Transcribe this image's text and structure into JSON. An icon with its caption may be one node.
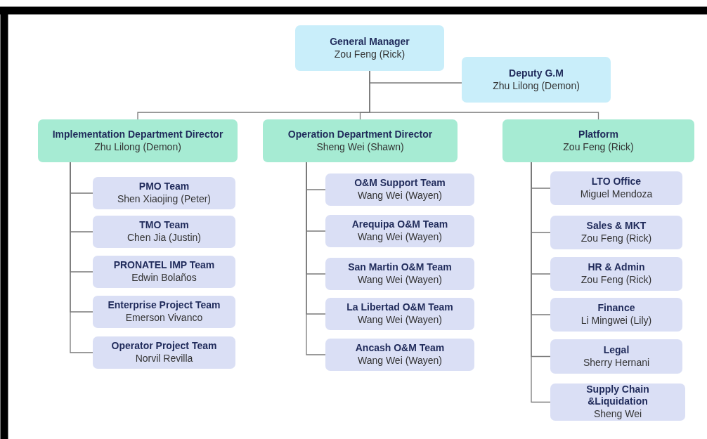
{
  "diagram": {
    "nodes": [
      {
        "text": [
          "General Manager",
          "Zou Feng (Rick)"
        ]
      },
      {
        "text": [
          "Deputy G.M",
          "Zhu Lilong (Demon)"
        ]
      },
      {
        "text": [
          "Implementation Department Director",
          "Zhu Lilong (Demon)"
        ]
      },
      {
        "text": [
          "Operation Department Director",
          "Sheng Wei (Shawn)"
        ]
      },
      {
        "text": [
          "Platform",
          "Zou Feng (Rick)"
        ]
      },
      {
        "text": [
          "PMO Team",
          "Shen Xiaojing (Peter)"
        ]
      },
      {
        "text": [
          "TMO Team",
          "Chen Jia (Justin)"
        ]
      },
      {
        "text": [
          "PRONATEL IMP Team",
          "Edwin Bolaños"
        ]
      },
      {
        "text": [
          "Enterprise Project Team",
          "Emerson Vivanco"
        ]
      },
      {
        "text": [
          "Operator Project Team",
          "Norvil Revilla"
        ]
      },
      {
        "text": [
          "O&M Support Team",
          "Wang Wei (Wayen)"
        ]
      },
      {
        "text": [
          "Arequipa O&M Team",
          "Wang Wei (Wayen)"
        ]
      },
      {
        "text": [
          "San Martin O&M Team",
          "Wang Wei (Wayen)"
        ]
      },
      {
        "text": [
          "La Libertad O&M Team",
          "Wang Wei (Wayen)"
        ]
      },
      {
        "text": [
          "Ancash O&M Team",
          "Wang Wei (Wayen)"
        ]
      },
      {
        "text": [
          "LTO Office",
          "Miguel Mendoza"
        ]
      },
      {
        "text": [
          "Sales & MKT",
          "Zou Feng (Rick)"
        ]
      },
      {
        "text": [
          "HR & Admin",
          "Zou Feng (Rick)"
        ]
      },
      {
        "text": [
          "Finance",
          "Li Mingwei (Lily)"
        ]
      },
      {
        "text": [
          "Legal",
          "Sherry Hernani"
        ]
      },
      {
        "text": [
          "Supply Chain &Liquidation",
          "Sheng Wei"
        ]
      }
    ],
    "edges": [
      {
        "from": 0,
        "to": 1,
        "arrow": "none"
      },
      {
        "from": 0,
        "to": 2,
        "arrow": "none"
      },
      {
        "from": 0,
        "to": 3,
        "arrow": "none"
      },
      {
        "from": 0,
        "to": 4,
        "arrow": "none"
      },
      {
        "from": 2,
        "to": 5,
        "arrow": "none"
      },
      {
        "from": 2,
        "to": 6,
        "arrow": "none"
      },
      {
        "from": 2,
        "to": 7,
        "arrow": "none"
      },
      {
        "from": 2,
        "to": 8,
        "arrow": "none"
      },
      {
        "from": 2,
        "to": 9,
        "arrow": "none"
      },
      {
        "from": 3,
        "to": 10,
        "arrow": "none"
      },
      {
        "from": 3,
        "to": 11,
        "arrow": "none"
      },
      {
        "from": 3,
        "to": 12,
        "arrow": "none"
      },
      {
        "from": 3,
        "to": 13,
        "arrow": "none"
      },
      {
        "from": 3,
        "to": 14,
        "arrow": "none"
      },
      {
        "from": 4,
        "to": 15,
        "arrow": "none"
      },
      {
        "from": 4,
        "to": 16,
        "arrow": "none"
      },
      {
        "from": 4,
        "to": 17,
        "arrow": "none"
      },
      {
        "from": 4,
        "to": 18,
        "arrow": "none"
      },
      {
        "from": 4,
        "to": 19,
        "arrow": "none"
      },
      {
        "from": 4,
        "to": 20,
        "arrow": "none"
      }
    ]
  }
}
